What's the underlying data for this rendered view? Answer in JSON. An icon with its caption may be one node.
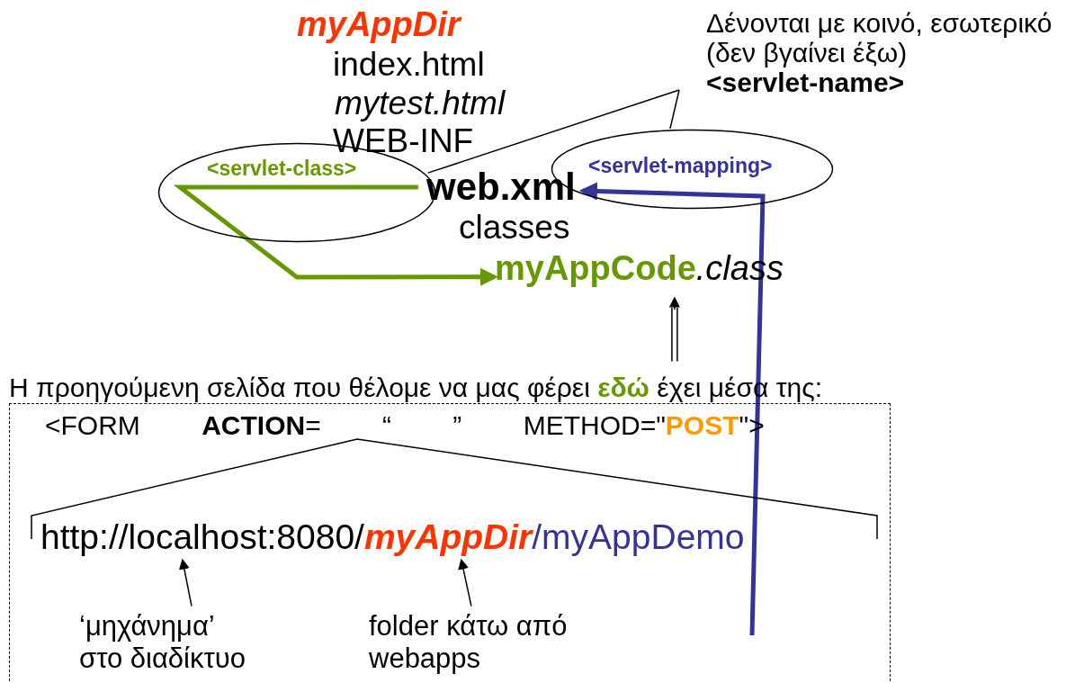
{
  "diagram": {
    "nodes": [
      {
        "text": [
          "<servlet-class>"
        ]
      },
      {
        "text": [
          "<servlet-mapping>"
        ]
      },
      {
        "text": [
          "web.xml"
        ]
      },
      {
        "text": [
          "**myAppCode**.class"
        ]
      },
      {
        "text": [
          "Δένονται με κοινό, εσωτερικό (δεν βγαίνει έξω)",
          "<servlet-name>"
        ]
      },
      {
        "text": [
          "Η προηγούμενη σελίδα που θέλομε να μας φέρει **εδώ** έχει μέσα της:",
          "<FORM **ACTION**= “ ” METHOD=\"**POST**\">"
        ]
      },
      {
        "text": [
          "http://localhost:8080/**myAppDir**/myAppDemo"
        ],
        "in": 5
      },
      {
        "text": [
          "‘μηχάνημα’ στο διαδίκτυο"
        ],
        "in": 5
      },
      {
        "text": [
          "folder κάτω από webapps"
        ],
        "in": 5
      }
    ],
    "edges": [
      {
        "from": 0,
        "to": 3,
        "arrow": "to",
        "style": "thick",
        "color": "#669900"
      },
      {
        "from": null,
        "to": 1,
        "arrow": "to",
        "style": "thick",
        "color": "#333399"
      },
      {
        "from": 4,
        "to": 2,
        "arrow": "none"
      },
      {
        "from": 4,
        "to": 1,
        "arrow": "none"
      },
      {
        "from": 5,
        "to": 3,
        "arrow": "to"
      },
      {
        "from": 5,
        "to": 6,
        "arrow": "none"
      },
      {
        "from": 7,
        "to": 6,
        "arrow": "to"
      },
      {
        "from": 8,
        "to": 6,
        "arrow": "to"
      }
    ],
    "labels": [
      "myAppDir",
      "index.html",
      "mytest.html",
      "WEB-INF",
      "classes"
    ]
  }
}
